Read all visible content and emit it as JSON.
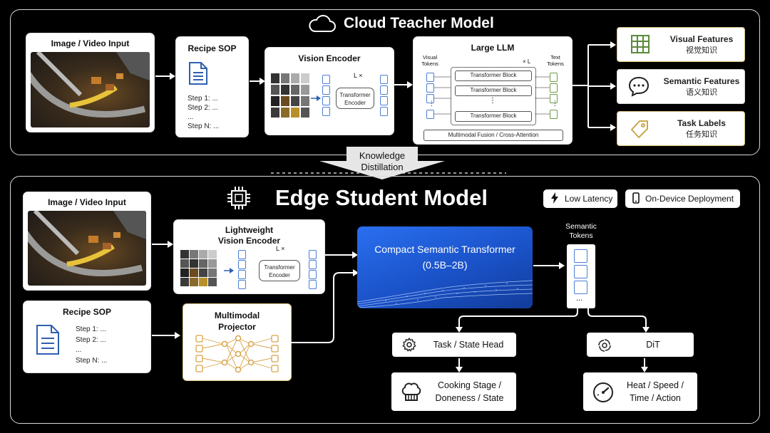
{
  "cloud": {
    "title": "Cloud Teacher Model",
    "input_title": "Image / Video Input",
    "sop_title": "Recipe SOP",
    "sop_steps": [
      "Step 1: ...",
      "Step 2: ...",
      "...",
      "Step N: ..."
    ],
    "vision_encoder_title": "Vision Encoder",
    "vision_encoder_lx": "L ×",
    "vision_encoder_block": "Transformer Encoder",
    "llm_title": "Large LLM",
    "llm_visual_tokens": "Visual Tokens",
    "llm_text_tokens": "Text Tokens",
    "llm_xl": "× L",
    "llm_blocks": [
      "Transformer Block",
      "Transformer Block",
      "⋮",
      "Transformer Block"
    ],
    "llm_fusion": "Multimodal Fusion / Cross-Attention",
    "outputs": [
      {
        "en": "Visual Features",
        "cn": "视觉知识",
        "icon": "grid-icon"
      },
      {
        "en": "Semantic Features",
        "cn": "语义知识",
        "icon": "speech-bubble-icon"
      },
      {
        "en": "Task Labels",
        "cn": "任务知识",
        "icon": "tag-icon"
      }
    ]
  },
  "distillation": {
    "line1": "Knowledge",
    "line2": "Distillation"
  },
  "edge": {
    "title": "Edge Student Model",
    "badges": [
      "Low Latency",
      "On-Device Deployment"
    ],
    "input_title": "Image / Video Input",
    "lw_title_1": "Lightweight",
    "lw_title_2": "Vision Encoder",
    "lw_lx": "L ×",
    "lw_block": "Transformer Encoder",
    "sop_title": "Recipe SOP",
    "sop_steps": [
      "Step 1: ...",
      "Step 2: ...",
      "...",
      "Step N: ..."
    ],
    "projector_title_1": "Multimodal",
    "projector_title_2": "Projector",
    "transformer_title": "Compact Semantic Transformer",
    "transformer_size": "(0.5B–2B)",
    "tokens_title_1": "Semantic",
    "tokens_title_2": "Tokens",
    "tokens_ellipsis": "...",
    "task_head": "Task / State Head",
    "dit": "DiT",
    "cooking_1": "Cooking Stage /",
    "cooking_2": "Doneness / State",
    "heat_1": "Heat / Speed /",
    "heat_2": "Time / Action"
  },
  "colors": {
    "accent_blue": "#1f5fd6",
    "gold": "#c9a84e",
    "green": "#5a8a3a"
  }
}
